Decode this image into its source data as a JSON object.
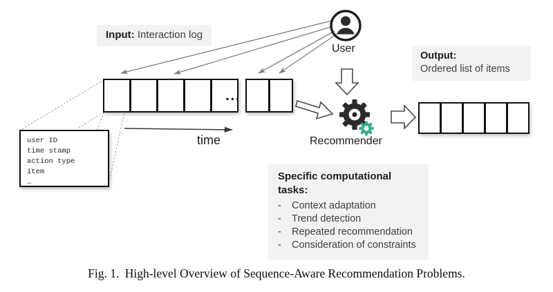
{
  "figure": {
    "caption_number": "Fig. 1.",
    "caption_text": "High-level Overview of Sequence-Aware Recommendation Problems."
  },
  "colors": {
    "panel_background": "#f2f2f2",
    "box_stroke": "#111111",
    "arrow_gray": "#7a7a7a",
    "gear_dark": "#2b2b2b",
    "gear_teal": "#3aaa8c",
    "text": "#1a1a1a"
  },
  "input_panel": {
    "label_bold": "Input:",
    "label_rest": " Interaction log"
  },
  "output_panel": {
    "line1": "Output:",
    "line2": "Ordered list of items"
  },
  "tasks_panel": {
    "title": "Specific computational tasks:",
    "dash": "-",
    "items": [
      "Context adaptation",
      "Trend detection",
      "Repeated recommendation",
      "Consideration of constraints"
    ]
  },
  "detail_box": {
    "lines": [
      "user ID",
      "time stamp",
      "action type",
      "item",
      "…"
    ]
  },
  "labels": {
    "user": "User",
    "recommender": "Recommender",
    "time": "time",
    "ellipsis": "..."
  },
  "sequence": {
    "left_group_count": 5,
    "right_group_count": 2,
    "output_count": 5
  },
  "icons": {
    "user": "user-avatar-icon",
    "gear_large": "gear-icon",
    "gear_small": "gear-small-icon",
    "down_block_arrow": "block-arrow-down-icon",
    "right_block_arrow_1": "block-arrow-right-icon",
    "right_block_arrow_2": "block-arrow-right-icon",
    "time_arrow": "time-axis-arrow-icon"
  }
}
